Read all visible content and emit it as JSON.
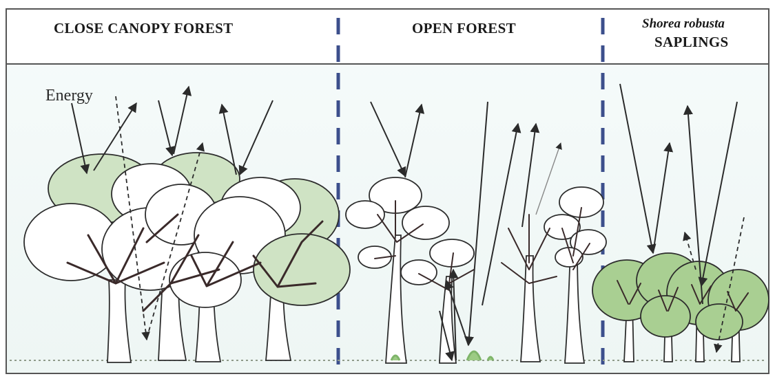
{
  "panels": [
    {
      "key": "close",
      "title": "CLOSE CANOPY FOREST"
    },
    {
      "key": "open",
      "title": "OPEN FOREST"
    },
    {
      "key": "saplings",
      "title_italic": "Shorea robusta",
      "title": "SAPLINGS"
    }
  ],
  "labels": {
    "energy": "Energy"
  },
  "colors": {
    "background": "#f4f9f9",
    "divider": "#3c4f8c",
    "foliage": "#7fb56a",
    "border": "#555555"
  }
}
